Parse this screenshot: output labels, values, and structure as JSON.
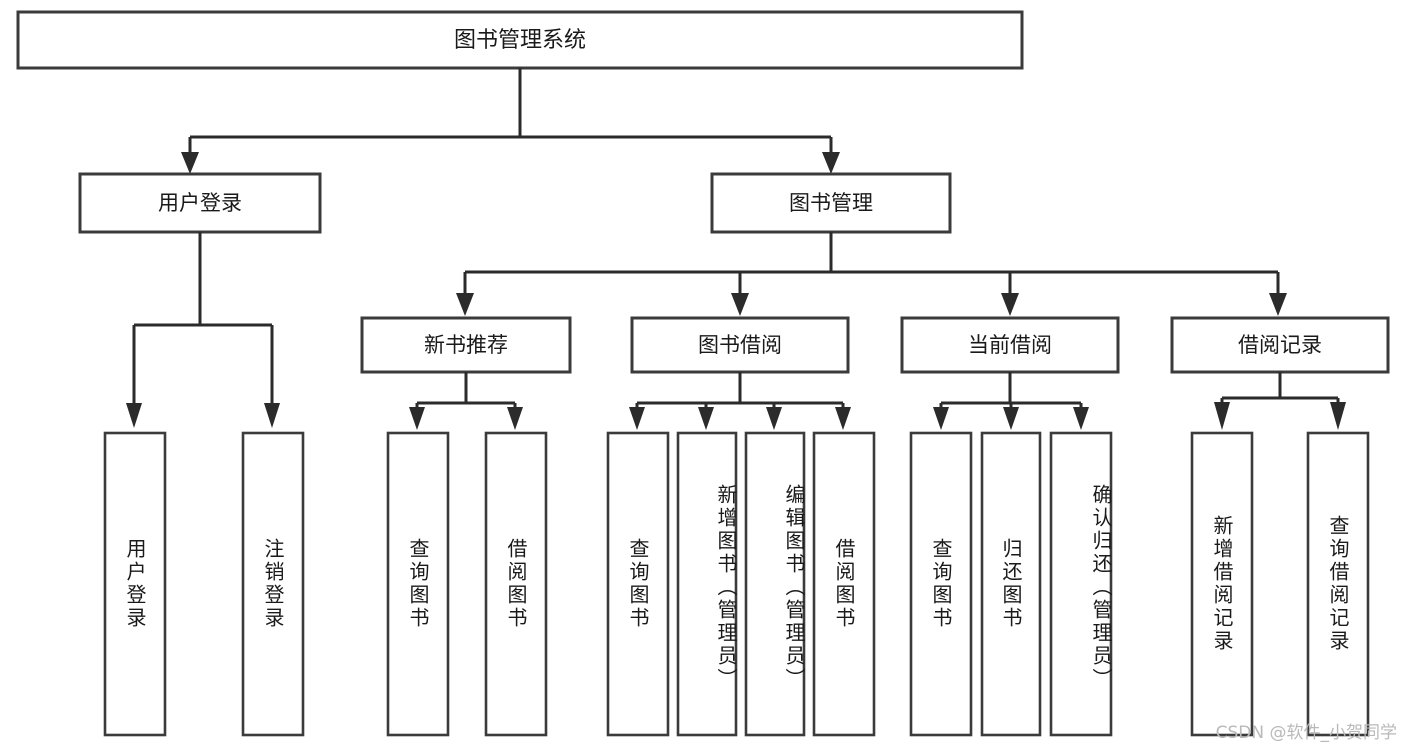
{
  "diagram": {
    "type": "hierarchy-tree",
    "title_node": {
      "label": "图书管理系统"
    },
    "level2": [
      {
        "id": "user-login",
        "label": "用户登录"
      },
      {
        "id": "book-management",
        "label": "图书管理"
      }
    ],
    "level3": [
      {
        "id": "new-book-recommend",
        "label": "新书推荐",
        "parent": "book-management"
      },
      {
        "id": "book-borrow",
        "label": "图书借阅",
        "parent": "book-management"
      },
      {
        "id": "current-borrow",
        "label": "当前借阅",
        "parent": "book-management"
      },
      {
        "id": "borrow-record",
        "label": "借阅记录",
        "parent": "book-management"
      }
    ],
    "leaves": {
      "user-login": [
        {
          "id": "leaf-user-login",
          "label": "用户登录"
        },
        {
          "id": "leaf-user-logout",
          "label": "注销登录"
        }
      ],
      "new-book-recommend": [
        {
          "id": "leaf-query-book-1",
          "label": "查询图书"
        },
        {
          "id": "leaf-borrow-book-1",
          "label": "借阅图书"
        }
      ],
      "book-borrow": [
        {
          "id": "leaf-query-book-2",
          "label": "查询图书"
        },
        {
          "id": "leaf-add-book",
          "label": "新增图书（管理员）"
        },
        {
          "id": "leaf-edit-book",
          "label": "编辑图书（管理员）"
        },
        {
          "id": "leaf-borrow-book-2",
          "label": "借阅图书"
        }
      ],
      "current-borrow": [
        {
          "id": "leaf-query-book-3",
          "label": "查询图书"
        },
        {
          "id": "leaf-return-book",
          "label": "归还图书"
        },
        {
          "id": "leaf-confirm-return",
          "label": "确认归还（管理员）"
        }
      ],
      "borrow-record": [
        {
          "id": "leaf-add-record",
          "label": "新增借阅记录"
        },
        {
          "id": "leaf-query-record",
          "label": "查询借阅记录"
        }
      ]
    }
  },
  "watermark": {
    "text": "CSDN @软件_小贺同学"
  },
  "colors": {
    "background": "#ffffff",
    "box_fill": "#ffffff",
    "box_stroke": "#3b3b3b",
    "connector": "#2b2b2b",
    "text": "#1a1a1a",
    "watermark": "#b9b9b9"
  }
}
